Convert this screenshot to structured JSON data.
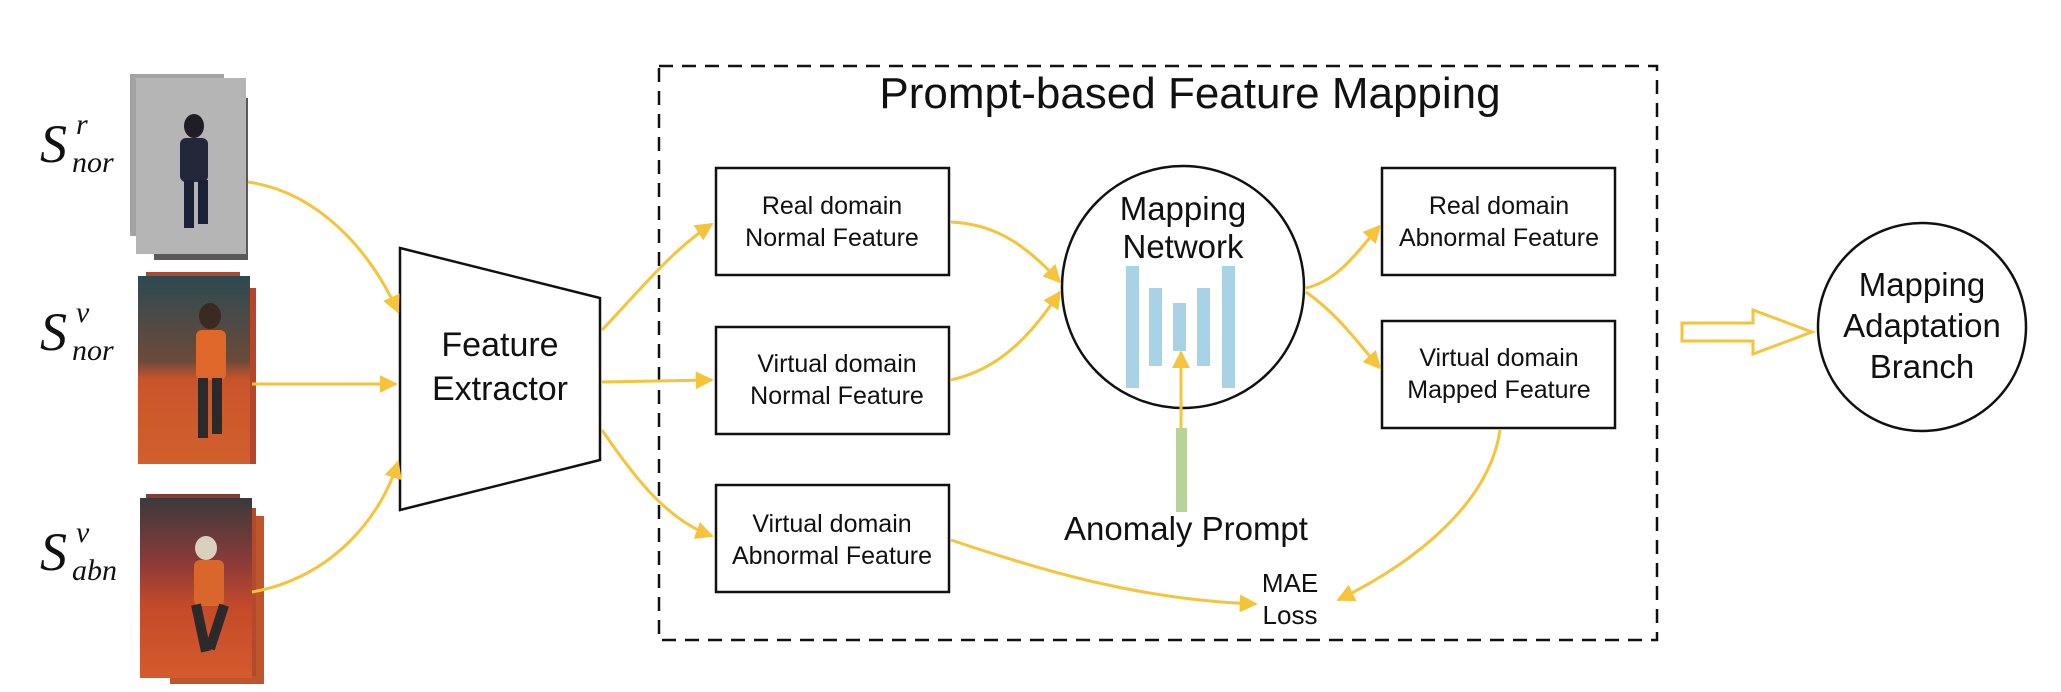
{
  "colors": {
    "arrow": "#f5c43b",
    "stroke": "#111111",
    "bar": "#a8d3e6",
    "prompt_bar": "#b8d39a"
  },
  "inputs": [
    {
      "symbol": "S",
      "sup": "r",
      "sub": "nor"
    },
    {
      "symbol": "S",
      "sup": "v",
      "sub": "nor"
    },
    {
      "symbol": "S",
      "sup": "v",
      "sub": "abn"
    }
  ],
  "extractor": {
    "line1": "Feature",
    "line2": "Extractor"
  },
  "mapping_panel": {
    "title": "Prompt-based Feature Mapping"
  },
  "features_left": [
    {
      "line1": "Real domain",
      "line2": "Normal Feature"
    },
    {
      "line1": "Virtual domain",
      "line2": "Normal Feature"
    },
    {
      "line1": "Virtual domain",
      "line2": "Abnormal Feature"
    }
  ],
  "mapping_network": {
    "line1": "Mapping",
    "line2": "Network"
  },
  "features_right": [
    {
      "line1": "Real domain",
      "line2": "Abnormal Feature"
    },
    {
      "line1": "Virtual domain",
      "line2": "Mapped Feature"
    }
  ],
  "anomaly_prompt": "Anomaly Prompt",
  "loss": {
    "line1": "MAE",
    "line2": "Loss"
  },
  "adaptation_branch": {
    "line1": "Mapping",
    "line2": "Adaptation",
    "line3": "Branch"
  }
}
